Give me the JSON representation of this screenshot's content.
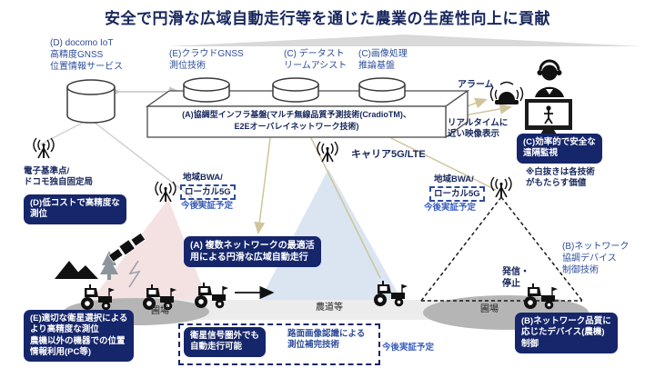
{
  "title": "安全で円滑な広域自動走行等を通じた農業の生産性向上に貢献",
  "colors": {
    "badge_bg": "#16266b",
    "title_text": "#17275c",
    "blue_label": "#2e4d9b",
    "future_blue": "#3a5fc0",
    "tan_line": "#d2c9a0",
    "cone_blue": "#d4e0ef",
    "cone_pink": "#f3dfdf",
    "field_gray": "#b5b5b5",
    "road_gray": "#ececec",
    "banner_gray": "#d9d9d9"
  },
  "top": {
    "d_service": "(D) docomo IoT\n高精度GNSS\n位置情報サービス",
    "e_gnss": "(E)クラウドGNSS\n測位技術",
    "c_stream": "(C) データスト\nリームアシスト",
    "c_image": "(C)画像処理\n推論基盤",
    "infra_box": "(A)協調型インフラ基盤(マルチ無線品質予測技術(CradioTM)、\nE2Eオーバレイネットワーク技術)"
  },
  "right": {
    "alarm": "アラーム",
    "realtime": "リアルタイムに\n近い映像表示",
    "badge_c": "(C)効率的で安全な\n遠隔監視",
    "note": "※白抜きは各技術\nがもたらす価値",
    "b_tech": "(B)ネットワーク\n協調デバイス\n制御技術",
    "hasshin": "発信・\n停止",
    "badge_b": "(B)ネットワーク品質に\n応じたデバイス(農機)\n制御"
  },
  "left": {
    "base_station": "電子基準点/\nドコモ独自固定局",
    "badge_d": "(D)低コストで高精度な\n測位",
    "badge_e": "(E)適切な衛星選択による\nより高精度な測位\n農機以外の機器での位置\n情報利用(PC等)"
  },
  "network": {
    "bwa_label": "地域BWA/",
    "local5g": "ローカル5G",
    "future": "今後実証予定",
    "carrier": "キャリア5G/LTE"
  },
  "center": {
    "badge_a": "(A) 複数ネットワークの最適活\n用による円滑な広域自動走行"
  },
  "ground": {
    "field": "圃場",
    "road": "農道等",
    "badge_sat": "衛星信号圏外でも\n自動走行可能",
    "road_recog": "路面画像認識による\n測位補完技術",
    "future": "今後実証予定"
  }
}
